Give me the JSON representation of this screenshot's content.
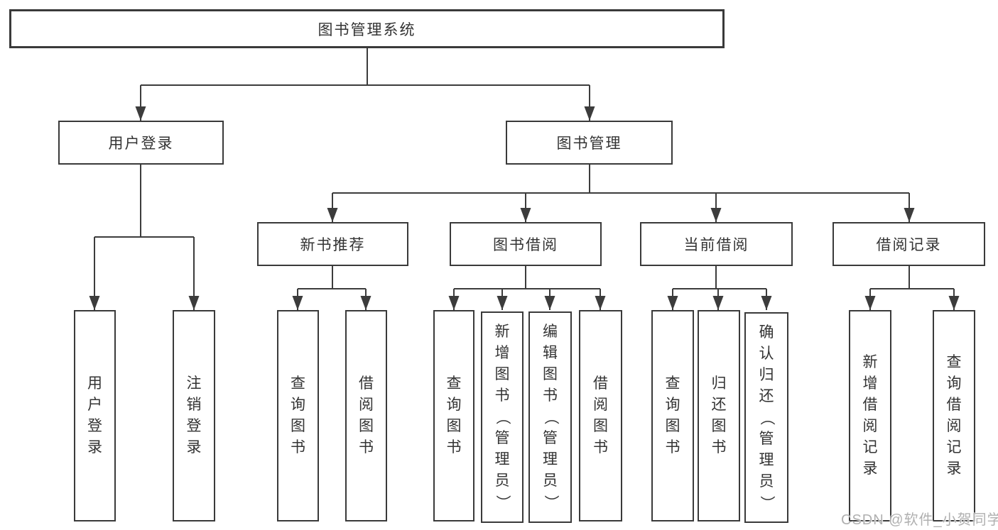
{
  "nodes": {
    "root": {
      "label": "图书管理系统"
    },
    "branches": [
      {
        "label": "用户登录",
        "children": [
          {
            "label": "用户登录"
          },
          {
            "label": "注销登录"
          }
        ]
      },
      {
        "label": "图书管理",
        "children": [
          {
            "label": "新书推荐",
            "children": [
              {
                "label": "查询图书"
              },
              {
                "label": "借阅图书"
              }
            ]
          },
          {
            "label": "图书借阅",
            "children": [
              {
                "label": "查询图书"
              },
              {
                "label": "新增图书（管理员）"
              },
              {
                "label": "编辑图书（管理员）"
              },
              {
                "label": "借阅图书"
              }
            ]
          },
          {
            "label": "当前借阅",
            "children": [
              {
                "label": "查询图书"
              },
              {
                "label": "归还图书"
              },
              {
                "label": "确认归还（管理员）"
              }
            ]
          },
          {
            "label": "借阅记录",
            "children": [
              {
                "label": "新增借阅记录"
              },
              {
                "label": "查询借阅记录"
              }
            ]
          }
        ]
      }
    ]
  },
  "watermark": {
    "text": "CSDN @软件_小贺同学"
  },
  "colors": {
    "line": "#3c3c3c",
    "border": "#3a3a3a",
    "text": "#333333",
    "background": "#ffffff",
    "watermark": "#b0b0b0"
  }
}
